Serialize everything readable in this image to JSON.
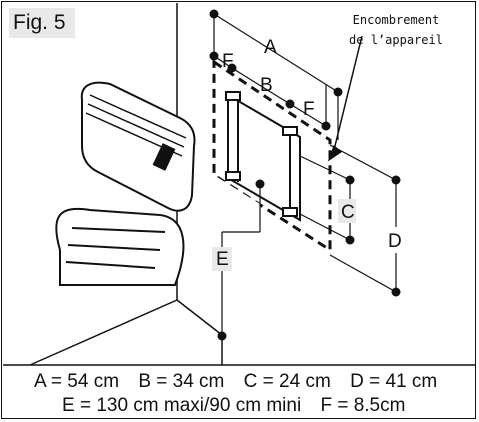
{
  "figure": {
    "label": "Fig. 5",
    "annotation_line1": "Encombrement",
    "annotation_line2": "de l’appareil"
  },
  "dimension_letters": {
    "A": "A",
    "B": "B",
    "C": "C",
    "D": "D",
    "E": "E",
    "F_left": "F",
    "F_right": "F"
  },
  "legend": {
    "A": "A = 54 cm",
    "B": "B = 34 cm",
    "C": "C = 24 cm",
    "D": "D = 41 cm",
    "E": "E = 130 cm maxi/90 cm mini",
    "F": "F = 8.5cm"
  },
  "colors": {
    "ink": "#111111",
    "label_bg": "#e9e9e9"
  }
}
